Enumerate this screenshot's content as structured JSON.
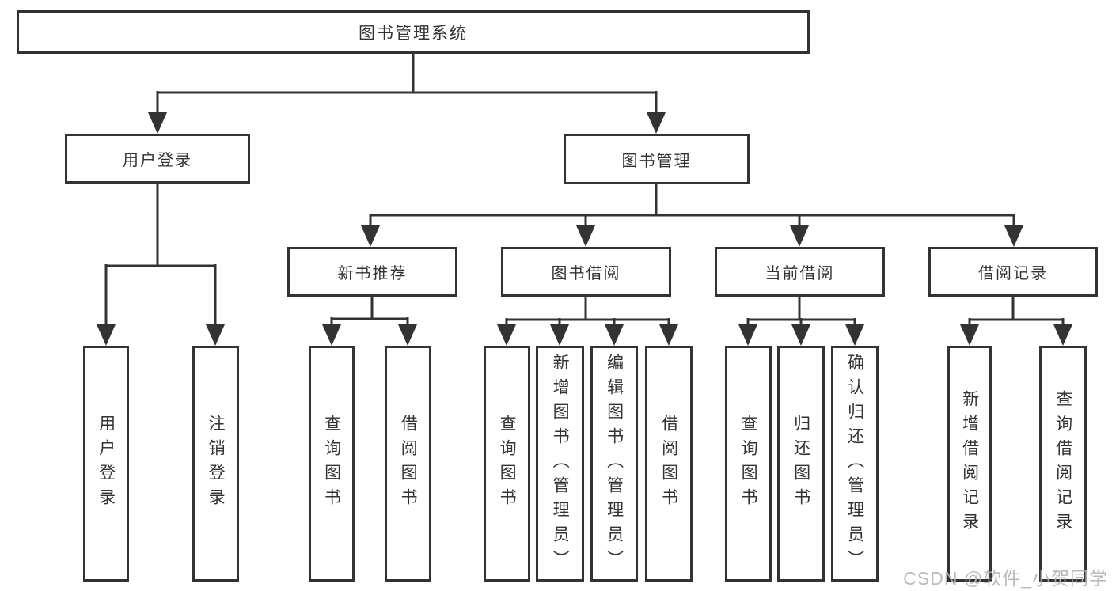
{
  "nodes": {
    "root": "图书管理系统",
    "user_login": "用户登录",
    "book_mgmt": "图书管理",
    "new_books": "新书推荐",
    "book_borrow": "图书借阅",
    "current_borrow": "当前借阅",
    "borrow_records": "借阅记录"
  },
  "leaves": {
    "user_login": [
      "用户登录",
      "注销登录"
    ],
    "new_books": [
      "查询图书",
      "借阅图书"
    ],
    "book_borrow": [
      "查询图书",
      "新增图书（管理员）",
      "编辑图书（管理员）",
      "借阅图书"
    ],
    "current_borrow": [
      "查询图书",
      "归还图书",
      "确认归还（管理员）"
    ],
    "borrow_records": [
      "新增借阅记录",
      "查询借阅记录"
    ]
  },
  "watermark": "CSDN @软件_小贺同学",
  "colors": {
    "line": "#333333",
    "text": "#333333",
    "watermark": "#b3b3b3",
    "background": "#ffffff"
  }
}
